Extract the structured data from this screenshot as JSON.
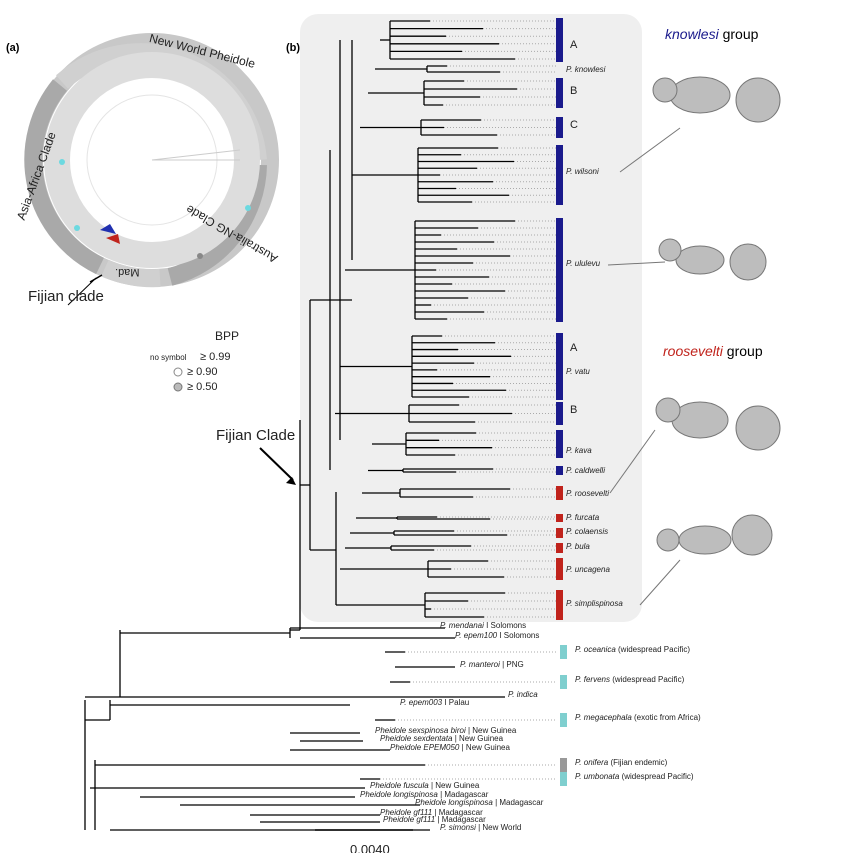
{
  "panel_a": {
    "label": "(a)",
    "ring_labels": [
      "New World Pheidole",
      "Asia-Africa Clade",
      "Australia-NG Clade",
      "Mad."
    ],
    "fijian_callout": "Fijian clade"
  },
  "legend": {
    "title": "BPP",
    "rows": [
      "no symbol",
      "≥ 0.99",
      "≥ 0.90",
      "≥ 0.50"
    ]
  },
  "panel_b": {
    "label": "(b)",
    "fijian_arrow": "Fijian Clade",
    "knowlesi_group": {
      "name": "knowlesi",
      "suffix": " group",
      "color": "#1a1a8c"
    },
    "roosevelti_group": {
      "name": "roosevelti",
      "suffix": " group",
      "color": "#c0231c"
    },
    "clades": [
      {
        "letter": "A",
        "species": "",
        "color": "#1a1a8c"
      },
      {
        "letter": "",
        "species": "P. knowlesi",
        "color": ""
      },
      {
        "letter": "B",
        "species": "",
        "color": "#1a1a8c"
      },
      {
        "letter": "C",
        "species": "",
        "color": "#1a1a8c"
      },
      {
        "letter": "",
        "species": "P. wilsoni",
        "color": "#1a1a8c"
      },
      {
        "letter": "",
        "species": "P. ululevu",
        "color": "#1a1a8c"
      },
      {
        "letter": "A",
        "species": "P. vatu",
        "color": "#1a1a8c"
      },
      {
        "letter": "B",
        "species": "",
        "color": "#1a1a8c"
      },
      {
        "letter": "",
        "species": "P. kava",
        "color": "#1a1a8c"
      },
      {
        "letter": "",
        "species": "P. caldwelli",
        "color": "#1a1a8c"
      },
      {
        "letter": "",
        "species": "P. roosevelti",
        "color": "#c0231c"
      },
      {
        "letter": "",
        "species": "P. furcata",
        "color": "#c0231c"
      },
      {
        "letter": "",
        "species": "P. colaensis",
        "color": "#c0231c"
      },
      {
        "letter": "",
        "species": "P. bula",
        "color": "#c0231c"
      },
      {
        "letter": "",
        "species": "P. uncagena",
        "color": "#c0231c"
      },
      {
        "letter": "",
        "species": "P. simplispinosa",
        "color": "#c0231c"
      }
    ],
    "outgroups": [
      {
        "sp": "P. mendanai",
        "loc": "I Solomons"
      },
      {
        "sp": "P. epem100",
        "loc": "I Solomons"
      },
      {
        "sp": "P. oceanica",
        "loc": "(widespread Pacific)",
        "bar": "#7fcfcf"
      },
      {
        "sp": "P. manteroi",
        "loc": "| PNG"
      },
      {
        "sp": "P. fervens",
        "loc": "(widespread Pacific)",
        "bar": "#7fcfcf"
      },
      {
        "sp": "P. indica",
        "loc": ""
      },
      {
        "sp": "P. epem003",
        "loc": "I Palau"
      },
      {
        "sp": "P. megacephala",
        "loc": "(exotic from Africa)",
        "bar": "#7fcfcf"
      },
      {
        "sp": "Pheidole sexspinosa biroi",
        "loc": "| New Guinea"
      },
      {
        "sp": "Pheidole sexdentata",
        "loc": "| New Guinea"
      },
      {
        "sp": "Pheidole EPEM050",
        "loc": "| New Guinea"
      },
      {
        "sp": "P. onifera",
        "loc": "(Fijian endemic)",
        "bar": "#999999"
      },
      {
        "sp": "P. umbonata",
        "loc": "(widespread Pacific)",
        "bar": "#7fcfcf"
      },
      {
        "sp": "Pheidole fuscula",
        "loc": "| New Guinea"
      },
      {
        "sp": "Pheidole longispinosa",
        "loc": "| Madagascar"
      },
      {
        "sp": "Pheidole longispinosa",
        "loc": "| Madagascar"
      },
      {
        "sp": "Pheidole gf111",
        "loc": "| Madagascar"
      },
      {
        "sp": "Pheidole gf111",
        "loc": "| Madagascar"
      },
      {
        "sp": "P. simonsi",
        "loc": "| New World"
      }
    ],
    "scale_bar": "0.0040"
  }
}
